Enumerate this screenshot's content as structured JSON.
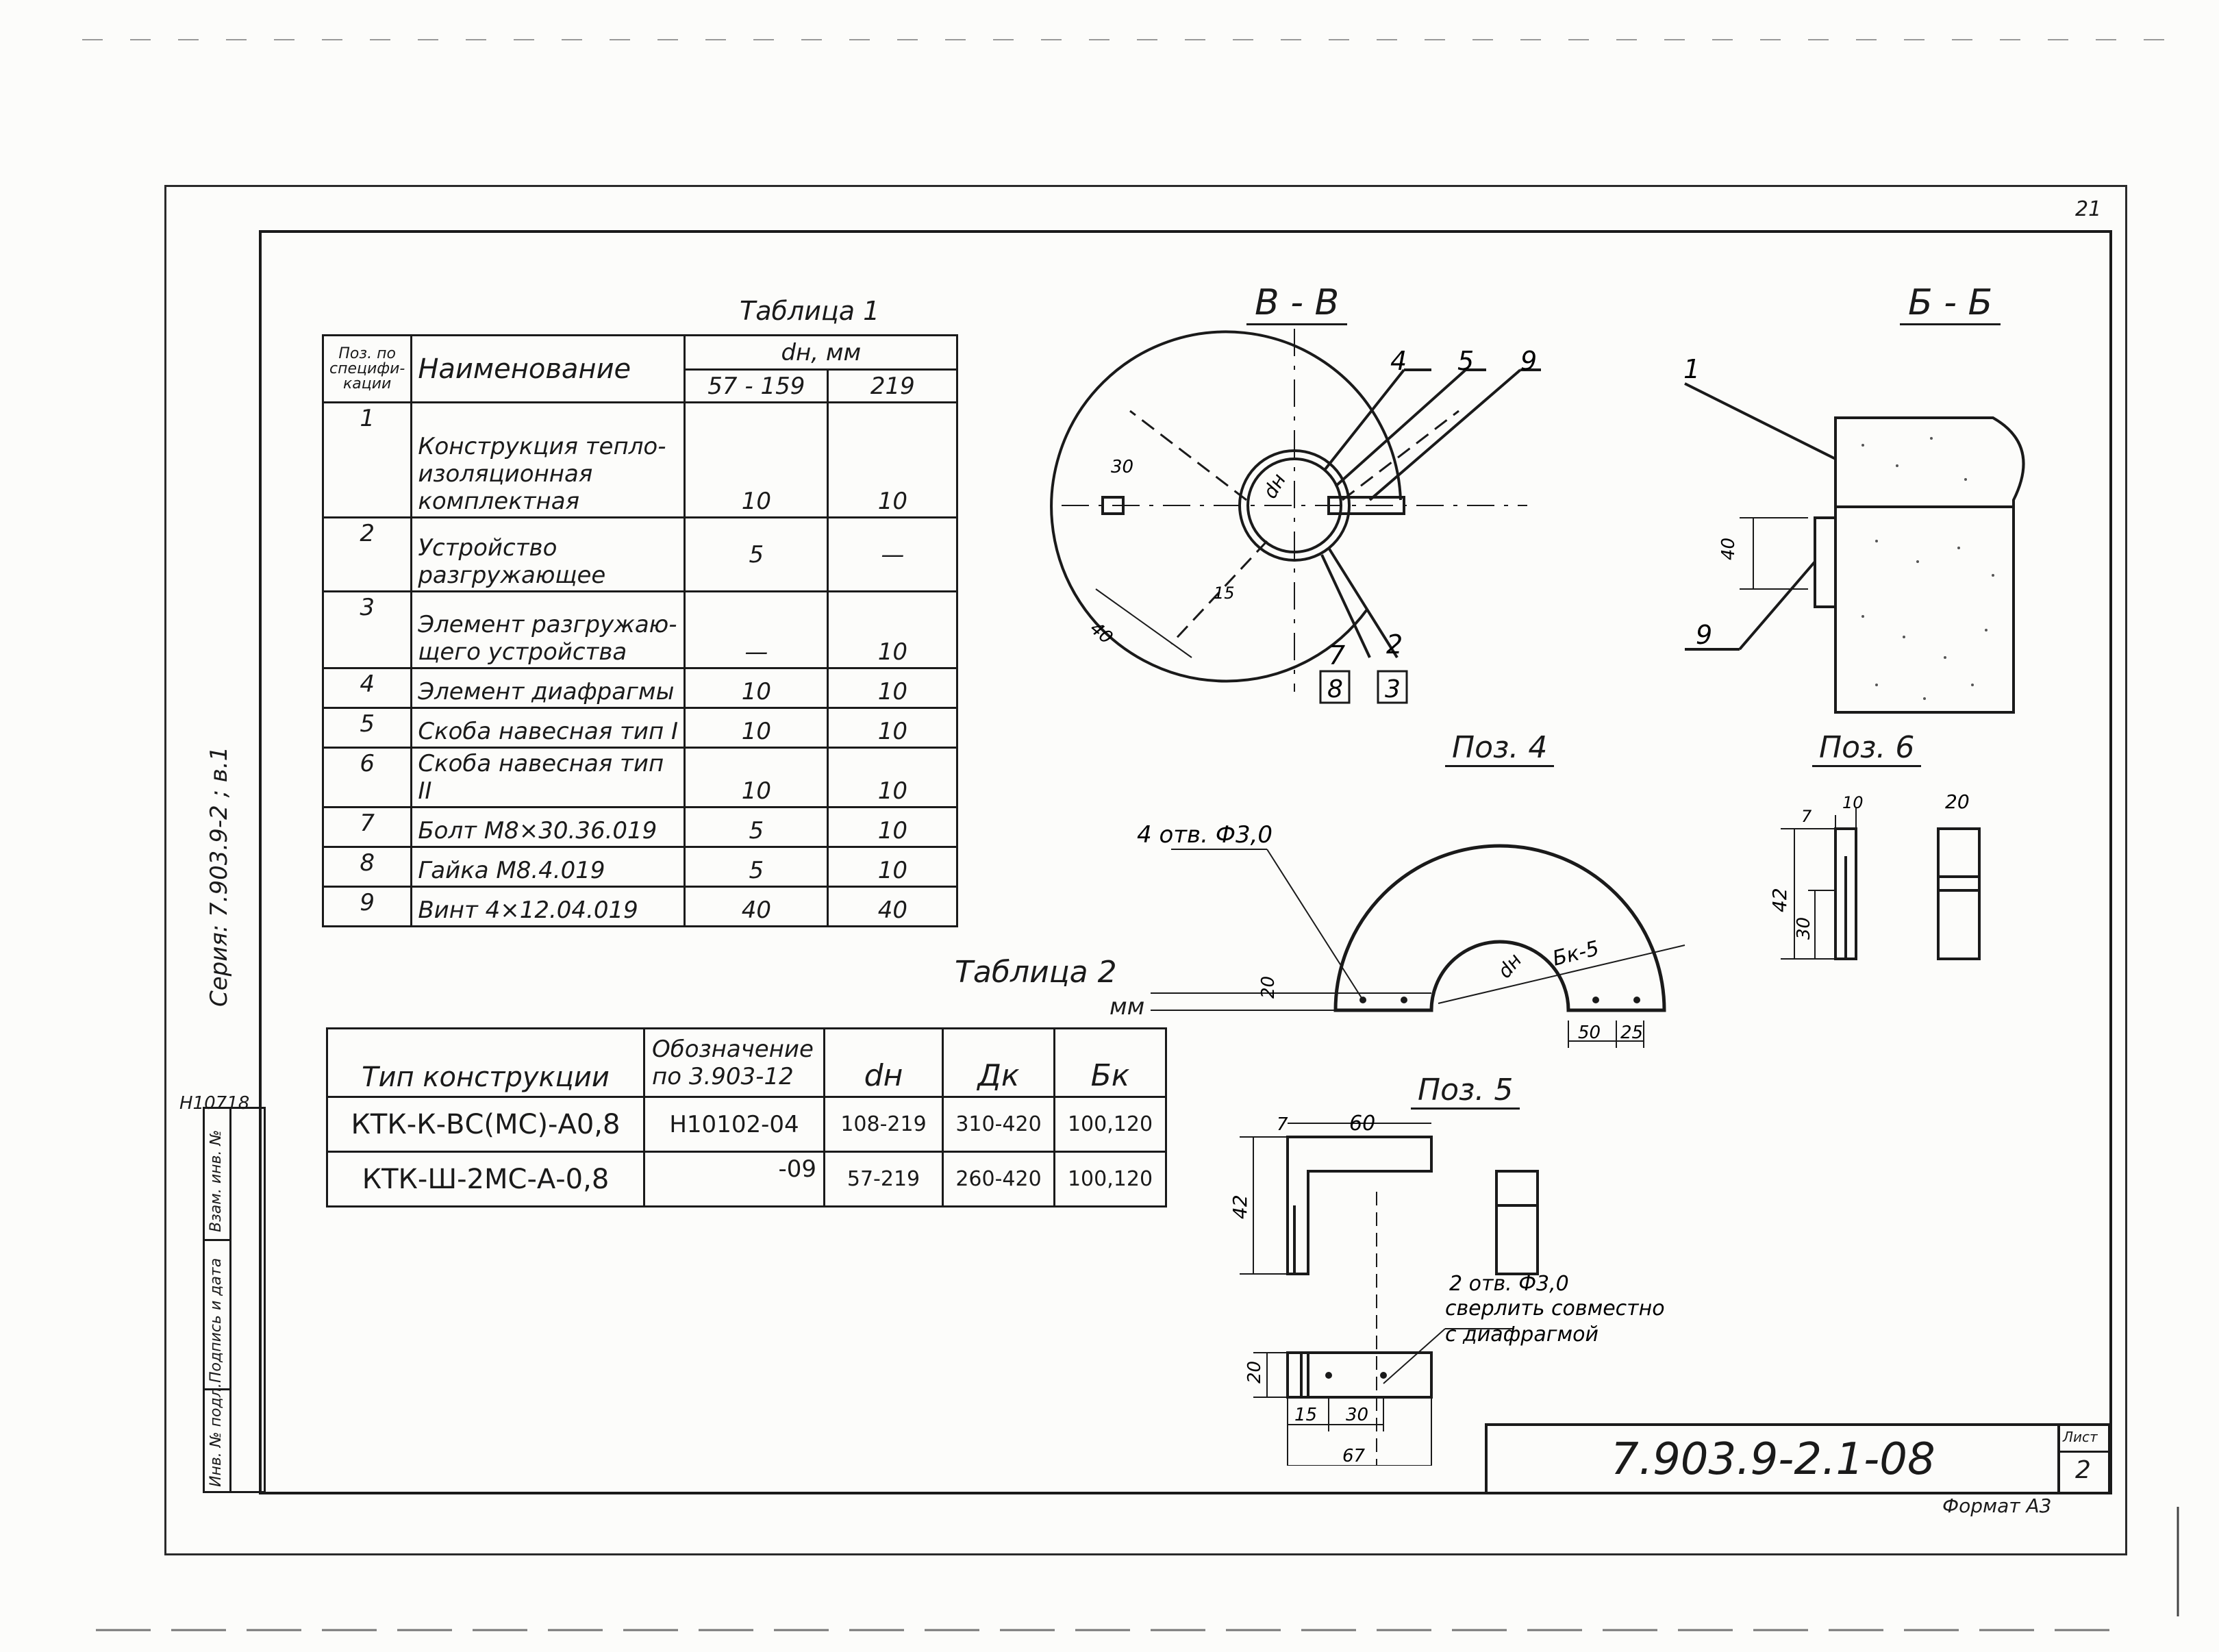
{
  "sheet_number_top": "21",
  "series_vertical": "Серия: 7.903.9-2 ; в.1",
  "archive_number": "Н10718",
  "sidebar_labels": [
    "Взам. инв. №",
    "Подпись и дата",
    "Инв. № подл."
  ],
  "table1": {
    "title": "Таблица 1",
    "header_pos": "Поз. по специфи-кации",
    "header_name": "Наименование",
    "header_dn": "dн, мм",
    "header_cols": [
      "57 - 159",
      "219"
    ],
    "rows": [
      {
        "pos": "1",
        "name": [
          "Конструкция тепло-",
          "изоляционная",
          "комплектная"
        ],
        "a": "10",
        "b": "10"
      },
      {
        "pos": "2",
        "name": [
          "Устройство",
          "разгружающее"
        ],
        "a": "5",
        "b": "—"
      },
      {
        "pos": "3",
        "name": [
          "Элемент разгружаю-",
          "щего устройства"
        ],
        "a": "—",
        "b": "10"
      },
      {
        "pos": "4",
        "name": [
          "Элемент диафрагмы"
        ],
        "a": "10",
        "b": "10"
      },
      {
        "pos": "5",
        "name": [
          "Скоба навесная тип I"
        ],
        "a": "10",
        "b": "10"
      },
      {
        "pos": "6",
        "name": [
          "Скоба навесная тип II"
        ],
        "a": "10",
        "b": "10"
      },
      {
        "pos": "7",
        "name": [
          "Болт М8×30.36.019"
        ],
        "a": "5",
        "b": "10"
      },
      {
        "pos": "8",
        "name": [
          "Гайка М8.4.019"
        ],
        "a": "5",
        "b": "10"
      },
      {
        "pos": "9",
        "name": [
          "Винт 4×12.04.019"
        ],
        "a": "40",
        "b": "40"
      }
    ]
  },
  "table2": {
    "title": "Таблица 2",
    "unit": "мм",
    "headers": [
      "Тип конструкции",
      "Обозначение по 3.903-12",
      "dн",
      "Дк",
      "Бк"
    ],
    "rows": [
      [
        "КТК-К-ВС(МС)-А0,8",
        "Н10102-04",
        "108-219",
        "310-420",
        "100,120"
      ],
      [
        "КТК-Ш-2МС-А-0,8",
        "-09",
        "57-219",
        "260-420",
        "100,120"
      ]
    ]
  },
  "view_vv": {
    "title": "В - В",
    "callouts_top": [
      "4",
      "5",
      "9"
    ],
    "callouts_bottom": [
      "7",
      "2",
      "8",
      "3"
    ],
    "dims": [
      "30",
      "40",
      "15",
      "dн"
    ]
  },
  "view_bb": {
    "title": "Б - Б",
    "callouts": [
      "1",
      "9"
    ],
    "dims": [
      "40"
    ]
  },
  "pos4": {
    "title": "Поз. 4",
    "hole_note": "4 отв. Ф3,0",
    "dims": [
      "20",
      "dн",
      "Бк-5",
      "50",
      "25"
    ]
  },
  "pos5": {
    "title": "Поз. 5",
    "dims": [
      "7",
      "60",
      "42",
      "20",
      "15",
      "30",
      "67"
    ],
    "hole_note": "2 отв. Ф3,0",
    "drill_note": [
      "сверлить совместно",
      "с диафрагмой"
    ]
  },
  "pos6": {
    "title": "Поз. 6",
    "dims": [
      "7",
      "10",
      "20",
      "42",
      "30"
    ]
  },
  "stamp": {
    "code": "7.903.9-2.1-08",
    "sheet_label": "Лист",
    "sheet_value": "2",
    "format": "Формат А3"
  }
}
